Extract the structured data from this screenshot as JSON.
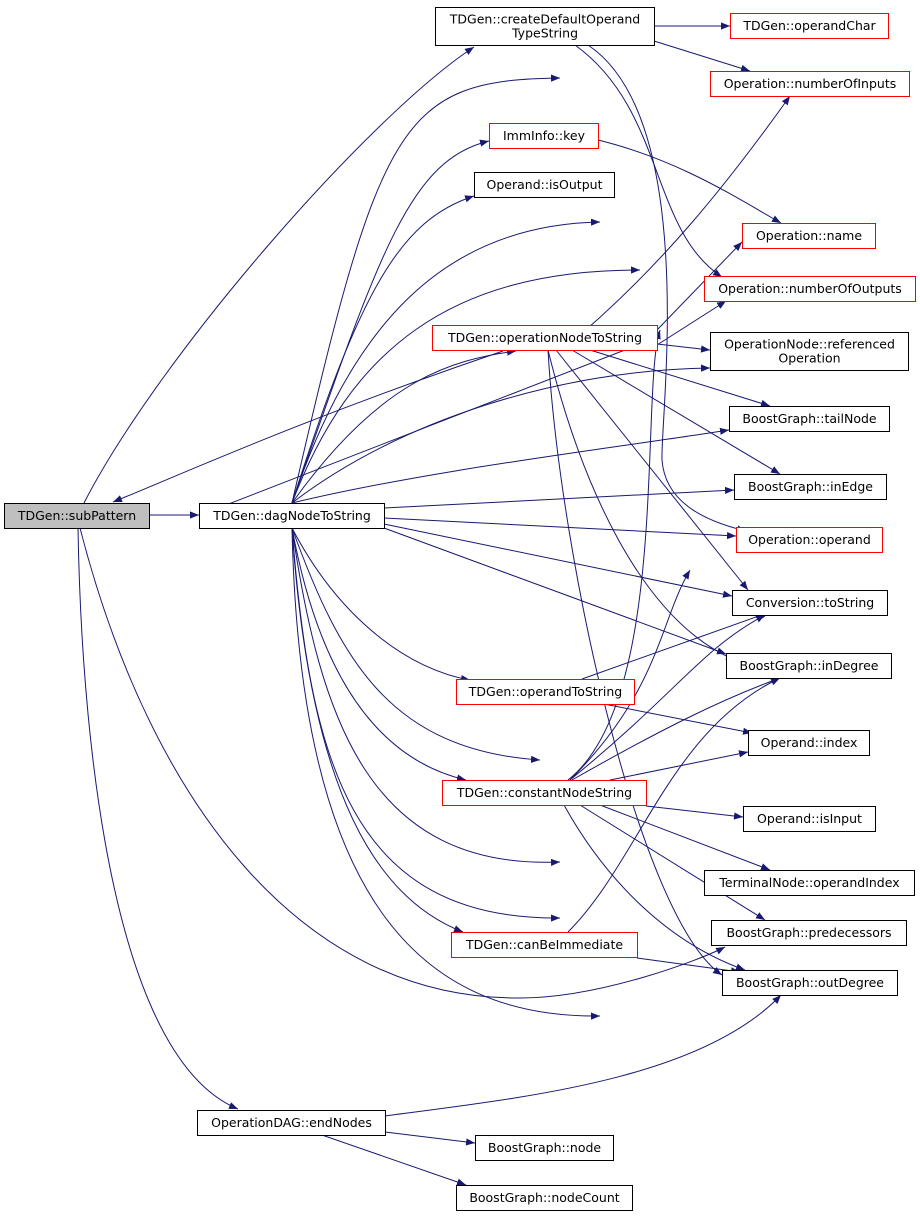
{
  "diagram": {
    "colors": {
      "edge": "#191970",
      "border_default": "#000000",
      "border_external": "#ff0000",
      "fill_default": "#ffffff",
      "fill_root": "#bfbfbf"
    },
    "nodes": [
      {
        "id": "subPattern",
        "lines": [
          "TDGen::subPattern"
        ],
        "style": "root"
      },
      {
        "id": "dagNodeToString",
        "lines": [
          "TDGen::dagNodeToString"
        ],
        "style": "default"
      },
      {
        "id": "endNodes",
        "lines": [
          "OperationDAG::endNodes"
        ],
        "style": "default"
      },
      {
        "id": "createDefault",
        "lines": [
          "TDGen::createDefaultOperand",
          "TypeString"
        ],
        "style": "default"
      },
      {
        "id": "operandChar",
        "lines": [
          "TDGen::operandChar"
        ],
        "style": "external"
      },
      {
        "id": "numberOfInputs",
        "lines": [
          "Operation::numberOfInputs"
        ],
        "style": "external"
      },
      {
        "id": "immKey",
        "lines": [
          "ImmInfo::key"
        ],
        "style": "external"
      },
      {
        "id": "isOutput",
        "lines": [
          "Operand::isOutput"
        ],
        "style": "default"
      },
      {
        "id": "opName",
        "lines": [
          "Operation::name"
        ],
        "style": "external"
      },
      {
        "id": "numberOfOutputs",
        "lines": [
          "Operation::numberOfOutputs"
        ],
        "style": "external"
      },
      {
        "id": "operationNodeToString",
        "lines": [
          "TDGen::operationNodeToString"
        ],
        "style": "external"
      },
      {
        "id": "referencedOperation",
        "lines": [
          "OperationNode::referenced",
          "Operation"
        ],
        "style": "default"
      },
      {
        "id": "tailNode",
        "lines": [
          "BoostGraph::tailNode"
        ],
        "style": "default"
      },
      {
        "id": "inEdge",
        "lines": [
          "BoostGraph::inEdge"
        ],
        "style": "default"
      },
      {
        "id": "opOperand",
        "lines": [
          "Operation::operand"
        ],
        "style": "external"
      },
      {
        "id": "convToString",
        "lines": [
          "Conversion::toString"
        ],
        "style": "default"
      },
      {
        "id": "inDegree",
        "lines": [
          "BoostGraph::inDegree"
        ],
        "style": "default"
      },
      {
        "id": "operandToString",
        "lines": [
          "TDGen::operandToString"
        ],
        "style": "external"
      },
      {
        "id": "operandIndex",
        "lines": [
          "Operand::index"
        ],
        "style": "default"
      },
      {
        "id": "constantNodeString",
        "lines": [
          "TDGen::constantNodeString"
        ],
        "style": "external"
      },
      {
        "id": "isInput",
        "lines": [
          "Operand::isInput"
        ],
        "style": "default"
      },
      {
        "id": "terminalOperandIndex",
        "lines": [
          "TerminalNode::operandIndex"
        ],
        "style": "default"
      },
      {
        "id": "predecessors",
        "lines": [
          "BoostGraph::predecessors"
        ],
        "style": "default"
      },
      {
        "id": "canBeImmediate",
        "lines": [
          "TDGen::canBeImmediate"
        ],
        "style": "external"
      },
      {
        "id": "outDegree",
        "lines": [
          "BoostGraph::outDegree"
        ],
        "style": "default"
      },
      {
        "id": "bgNode",
        "lines": [
          "BoostGraph::node"
        ],
        "style": "default"
      },
      {
        "id": "nodeCount",
        "lines": [
          "BoostGraph::nodeCount"
        ],
        "style": "default"
      }
    ],
    "edges": [
      {
        "from": "subPattern",
        "to": "createDefault"
      },
      {
        "from": "subPattern",
        "to": "dagNodeToString"
      },
      {
        "from": "subPattern",
        "to": "endNodes"
      },
      {
        "from": "subPattern",
        "to": "predecessors"
      },
      {
        "from": "createDefault",
        "to": "operandChar"
      },
      {
        "from": "createDefault",
        "to": "numberOfInputs"
      },
      {
        "from": "createDefault",
        "to": "numberOfOutputs"
      },
      {
        "from": "createDefault",
        "to": "opOperand"
      },
      {
        "from": "immKey",
        "to": "opName"
      },
      {
        "from": "dagNodeToString",
        "to": "subPattern"
      },
      {
        "from": "dagNodeToString",
        "to": "numberOfInputs"
      },
      {
        "from": "dagNodeToString",
        "to": "immKey"
      },
      {
        "from": "dagNodeToString",
        "to": "isOutput"
      },
      {
        "from": "dagNodeToString",
        "to": "opName"
      },
      {
        "from": "dagNodeToString",
        "to": "numberOfOutputs"
      },
      {
        "from": "dagNodeToString",
        "to": "operationNodeToString"
      },
      {
        "from": "dagNodeToString",
        "to": "referencedOperation"
      },
      {
        "from": "dagNodeToString",
        "to": "tailNode"
      },
      {
        "from": "dagNodeToString",
        "to": "inEdge"
      },
      {
        "from": "dagNodeToString",
        "to": "opOperand"
      },
      {
        "from": "dagNodeToString",
        "to": "convToString"
      },
      {
        "from": "dagNodeToString",
        "to": "inDegree"
      },
      {
        "from": "dagNodeToString",
        "to": "operandToString"
      },
      {
        "from": "dagNodeToString",
        "to": "operandIndex"
      },
      {
        "from": "dagNodeToString",
        "to": "constantNodeString"
      },
      {
        "from": "dagNodeToString",
        "to": "isInput"
      },
      {
        "from": "dagNodeToString",
        "to": "terminalOperandIndex"
      },
      {
        "from": "dagNodeToString",
        "to": "canBeImmediate"
      },
      {
        "from": "dagNodeToString",
        "to": "outDegree"
      },
      {
        "from": "operationNodeToString",
        "to": "dagNodeToString"
      },
      {
        "from": "operationNodeToString",
        "to": "numberOfInputs"
      },
      {
        "from": "operationNodeToString",
        "to": "opName"
      },
      {
        "from": "operationNodeToString",
        "to": "numberOfOutputs"
      },
      {
        "from": "operationNodeToString",
        "to": "referencedOperation"
      },
      {
        "from": "operationNodeToString",
        "to": "tailNode"
      },
      {
        "from": "operationNodeToString",
        "to": "inEdge"
      },
      {
        "from": "operationNodeToString",
        "to": "convToString"
      },
      {
        "from": "operationNodeToString",
        "to": "inDegree"
      },
      {
        "from": "operationNodeToString",
        "to": "outDegree"
      },
      {
        "from": "operandToString",
        "to": "convToString"
      },
      {
        "from": "operandToString",
        "to": "operandIndex"
      },
      {
        "from": "constantNodeString",
        "to": "numberOfOutputs"
      },
      {
        "from": "constantNodeString",
        "to": "opOperand"
      },
      {
        "from": "constantNodeString",
        "to": "convToString"
      },
      {
        "from": "constantNodeString",
        "to": "inDegree"
      },
      {
        "from": "constantNodeString",
        "to": "operandIndex"
      },
      {
        "from": "constantNodeString",
        "to": "isInput"
      },
      {
        "from": "constantNodeString",
        "to": "terminalOperandIndex"
      },
      {
        "from": "constantNodeString",
        "to": "predecessors"
      },
      {
        "from": "constantNodeString",
        "to": "outDegree"
      },
      {
        "from": "canBeImmediate",
        "to": "inDegree"
      },
      {
        "from": "canBeImmediate",
        "to": "outDegree"
      },
      {
        "from": "endNodes",
        "to": "outDegree"
      },
      {
        "from": "endNodes",
        "to": "bgNode"
      },
      {
        "from": "endNodes",
        "to": "nodeCount"
      }
    ]
  }
}
